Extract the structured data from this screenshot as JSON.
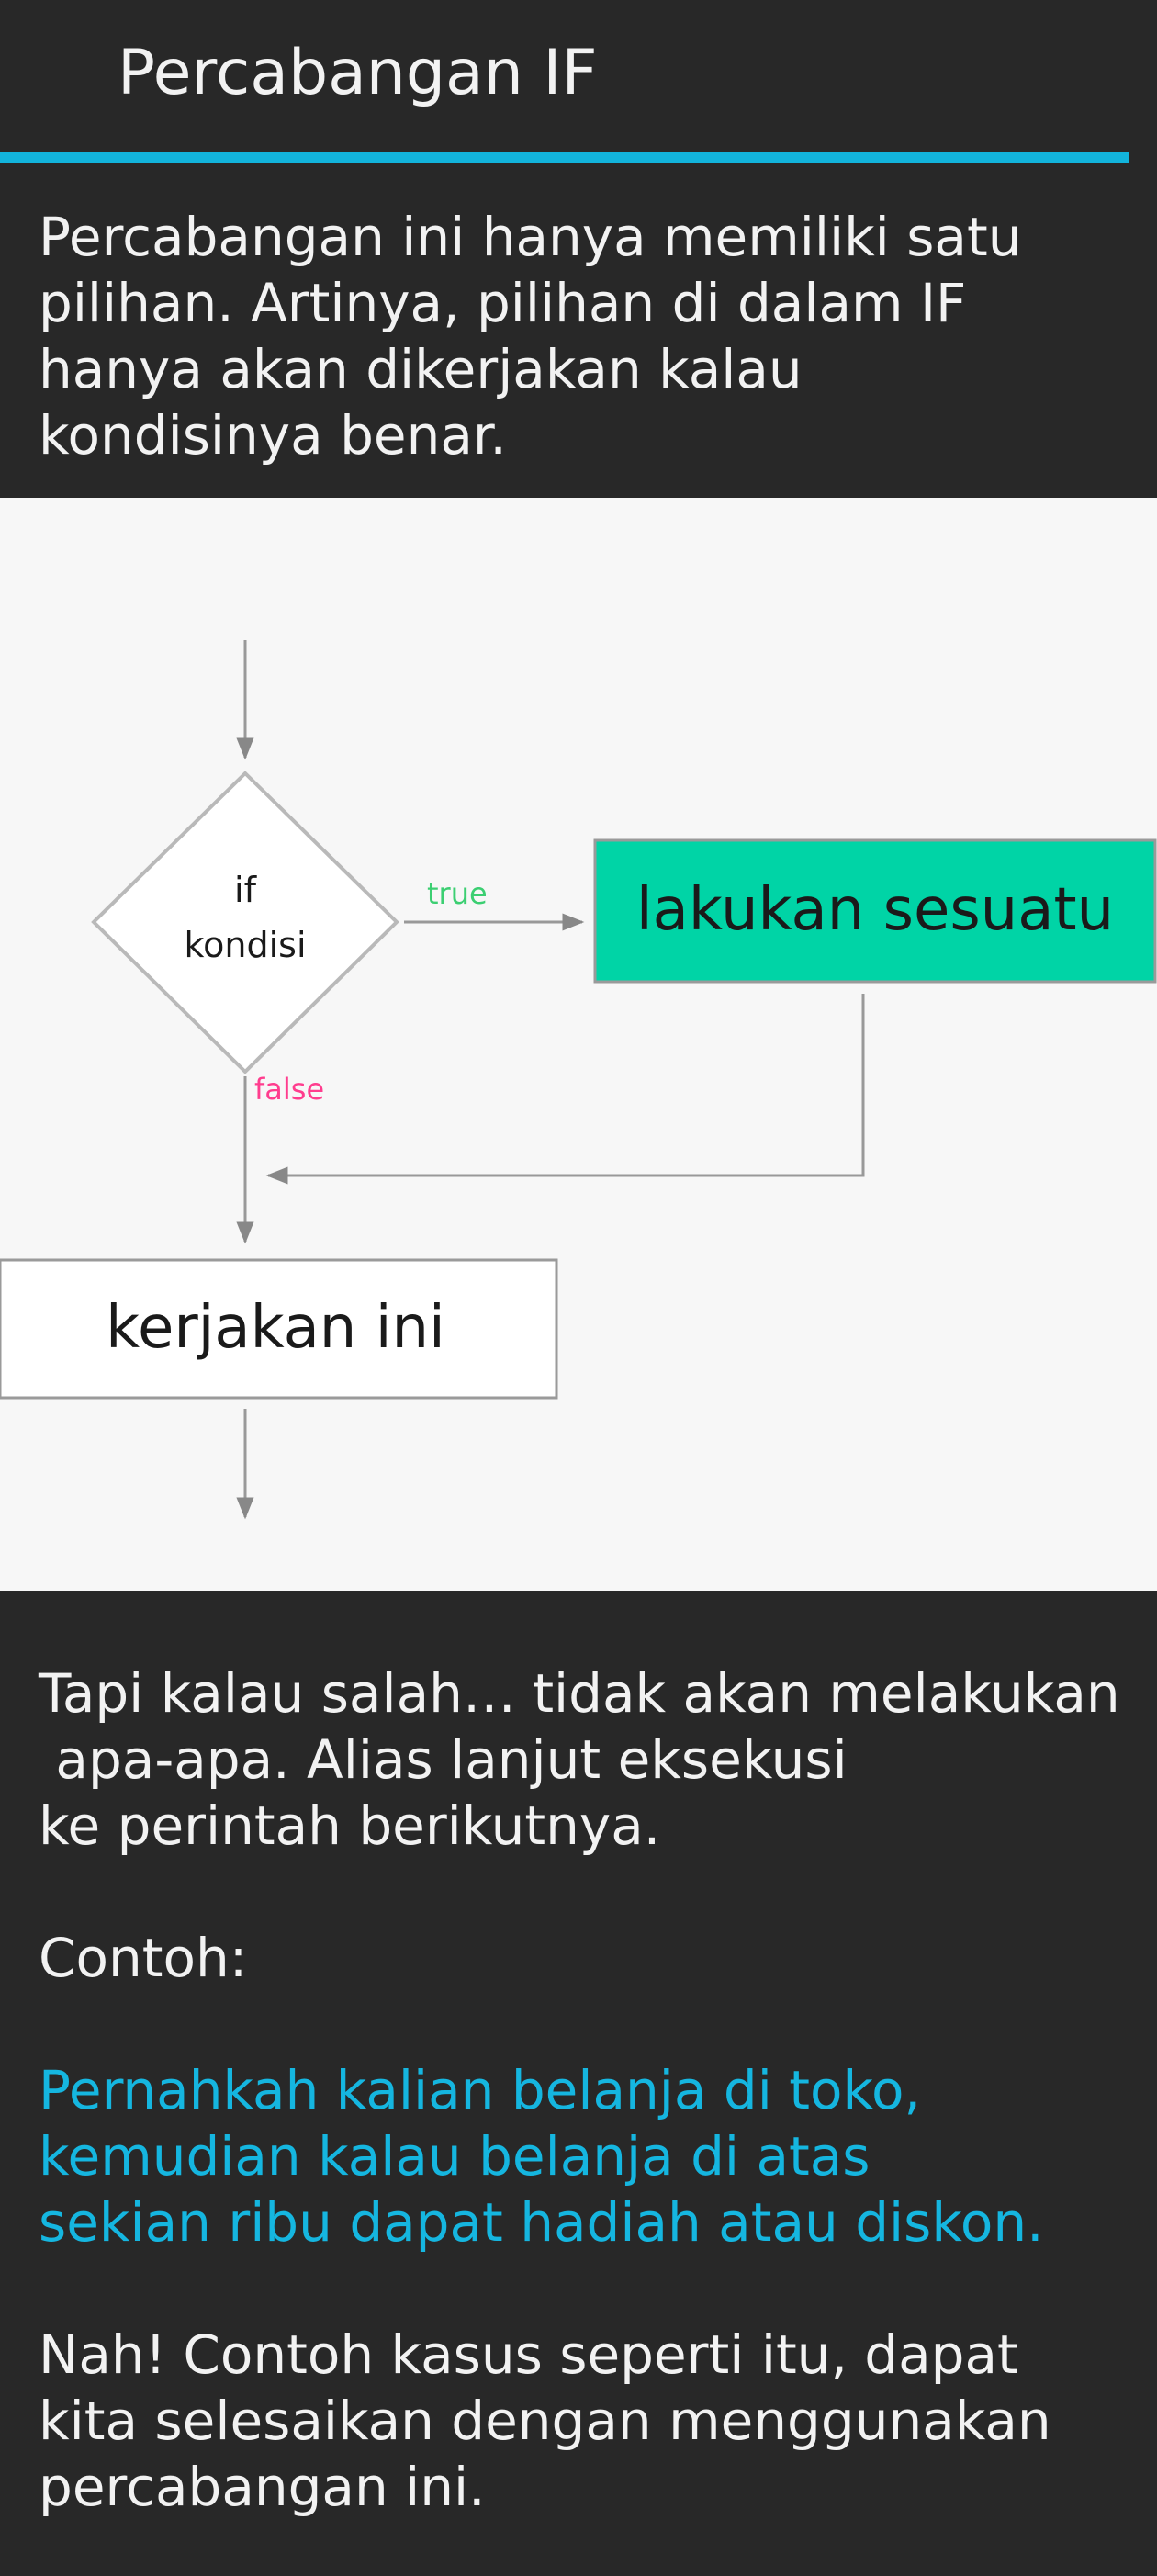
{
  "header": {
    "title": "Percabangan IF",
    "accent_color": "#12b4dc"
  },
  "intro": {
    "lines": [
      "Percabangan ini hanya memiliki satu",
      "pilihan. Artinya, pilihan di dalam IF",
      "hanya akan dikerjakan kalau",
      "kondisinya benar."
    ]
  },
  "diagram": {
    "condition_line1": "if",
    "condition_line2": "kondisi",
    "true_label": "true",
    "false_label": "false",
    "action_box": "lakukan sesuatu",
    "next_box": "kerjakan ini",
    "colors": {
      "action_fill": "#00d4a6",
      "true_text": "#3ccf72",
      "false_text": "#ff3d8e"
    }
  },
  "content": {
    "paragraph1": [
      "Tapi kalau salah… tidak akan melakukan",
      " apa-apa. Alias lanjut eksekusi",
      "ke perintah berikutnya."
    ],
    "example_label": "Contoh:",
    "example_lines": [
      "Pernahkah kalian belanja di toko,",
      "kemudian kalau belanja di atas",
      "sekian ribu dapat hadiah atau diskon."
    ],
    "conclusion_lines": [
      "Nah! Contoh kasus seperti itu, dapat",
      "kita selesaikan dengan menggunakan",
      "percabangan ini."
    ],
    "example_color": "#15b6e0"
  }
}
